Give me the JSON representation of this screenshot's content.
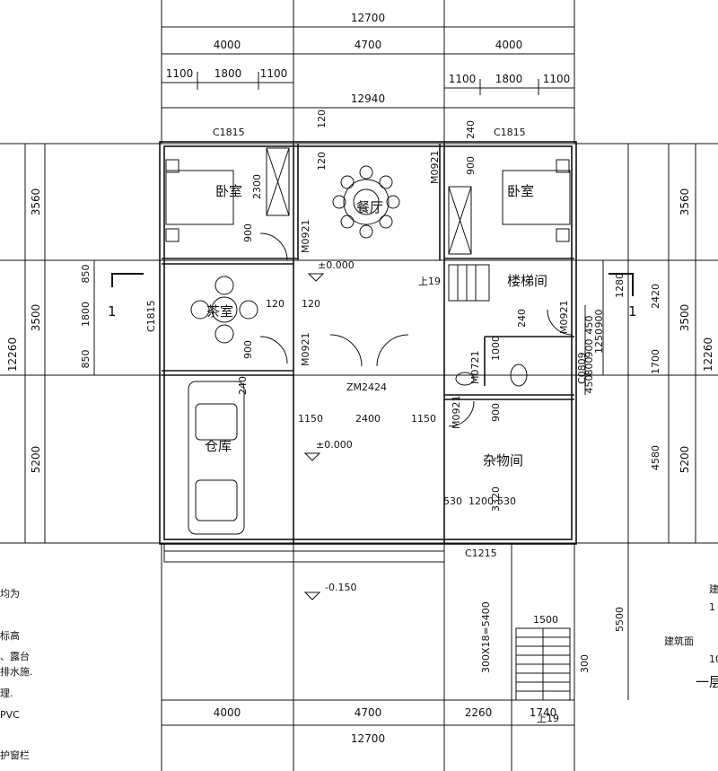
{
  "top_dims": {
    "overall": "12700",
    "seg_left": "4000",
    "seg_mid": "4700",
    "seg_right": "4000",
    "sub_l1": "1100",
    "sub_l2": "1800",
    "sub_l3": "1100",
    "sub_r1": "1100",
    "sub_r2": "1800",
    "sub_r3": "1100",
    "wall_total": "12940"
  },
  "bottom_dims": {
    "overall": "12700",
    "seg_left": "4000",
    "seg_mid": "4700",
    "seg_3": "2260",
    "seg_4": "1740"
  },
  "left_dims": {
    "overall": "12260",
    "seg_1": "3560",
    "seg_2": "3500",
    "seg_3": "5200",
    "win_1": "850",
    "win_2": "1800",
    "win_3": "850"
  },
  "right_dims": {
    "overall": "12260",
    "seg_1": "3560",
    "seg_2": "3500",
    "seg_3": "5200",
    "inner_1": "1280",
    "inner_2": "2420",
    "inner_3": "1700",
    "inner_4": "4580",
    "inner_5": "5500",
    "sm_1": "900",
    "sm_2": "1250",
    "sm_3": "450",
    "sm_4": "900",
    "sm_5": "800",
    "sm_6": "450",
    "sm_7": "240",
    "sm_8": "240"
  },
  "rooms": {
    "bedroom_left": "卧室",
    "dining": "餐厅",
    "bedroom_right": "卧室",
    "stair_room": "楼梯间",
    "storage": "杂物间",
    "garage": "仓库",
    "tea": "茶室"
  },
  "labels": {
    "win_top_left": "C1815",
    "win_top_right": "C1815",
    "win_left": "C1815",
    "win_c1215": "C1215",
    "win_c0809": "C0809",
    "door_m0921_a": "M0921",
    "door_m0921_b": "M0921",
    "door_m0921_c": "M0921",
    "door_m0921_d": "M0921",
    "door_m0921_e": "M0921",
    "door_m0721": "M0721",
    "door_zm2424": "ZM2424",
    "section_left": "1",
    "section_right": "1",
    "up_label": "上19",
    "up_label_2": "上19",
    "level_1": "±0.000",
    "level_2": "±0.000",
    "level_3": "-0.150",
    "d_120a": "120",
    "d_120b": "120",
    "d_120c": "120",
    "d_120d": "120",
    "d_240a": "240",
    "d_240b": "240",
    "d_2300": "2300",
    "d_900a": "900",
    "d_900b": "900",
    "d_900c": "900",
    "d_900d": "900",
    "d_900e": "900",
    "d_1000": "1000",
    "d_1150a": "1150",
    "d_2400": "2400",
    "d_1150b": "1150",
    "d_3320": "3320",
    "d_530a": "530",
    "d_1200": "1200",
    "d_530b": "530",
    "d_1500": "1500",
    "d_300": "300",
    "stair_calc": "300X18=5400"
  },
  "notes": {
    "n1": "均为",
    "n2": "标高",
    "n3": "、露台",
    "n4": "排水施.",
    "n5": "理.",
    "n6": "PVC",
    "n7": "护窗栏",
    "r1": "建",
    "r2": "1",
    "r3": "建筑面",
    "r4": "10",
    "r5": "一层"
  }
}
